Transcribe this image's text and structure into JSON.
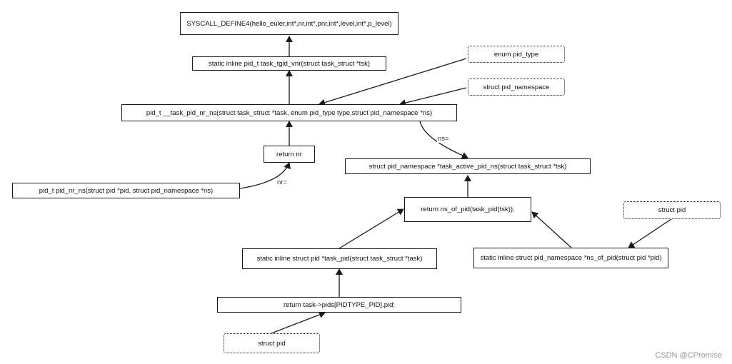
{
  "nodes": {
    "syscall": "SYSCALL_DEFINE4(hello_euler,int*,nr,int*,pnr,int*,level,int*,p_level)",
    "task_tgid_vnr": "static inline pid_t task_tgid_vnr(struct task_struct *tsk)",
    "task_pid_nr_ns": "pid_t __task_pid_nr_ns(struct task_struct *task, enum pid_type type,struct pid_namespace *ns)",
    "enum_pid_type": "enum pid_type",
    "struct_pid_namespace": "struct pid_namespace",
    "return_nr": "return nr",
    "task_active_pid_ns": "struct pid_namespace *task_active_pid_ns(struct task_struct *tsk)",
    "pid_nr_ns": "pid_t pid_nr_ns(struct pid *pid, struct pid_namespace *ns)",
    "ns_of_pid_call": "return ns_of_pid(task_pid(tsk));",
    "struct_pid_right": "struct pid",
    "task_pid": "static inline struct pid *task_pid(struct task_struct *task)",
    "ns_of_pid_fn": "static inline struct pid_namespace *ns_of_pid(struct pid *pid)",
    "return_pids": "return task->pids[PIDTYPE_PID].pid;",
    "struct_pid_bottom": "struct pid"
  },
  "edge_labels": {
    "ns": "ns=",
    "nr": "nr="
  },
  "watermark": "CSDN @CPromise",
  "colors": {
    "line": "#1a1a1a",
    "background": "#ffffff"
  }
}
